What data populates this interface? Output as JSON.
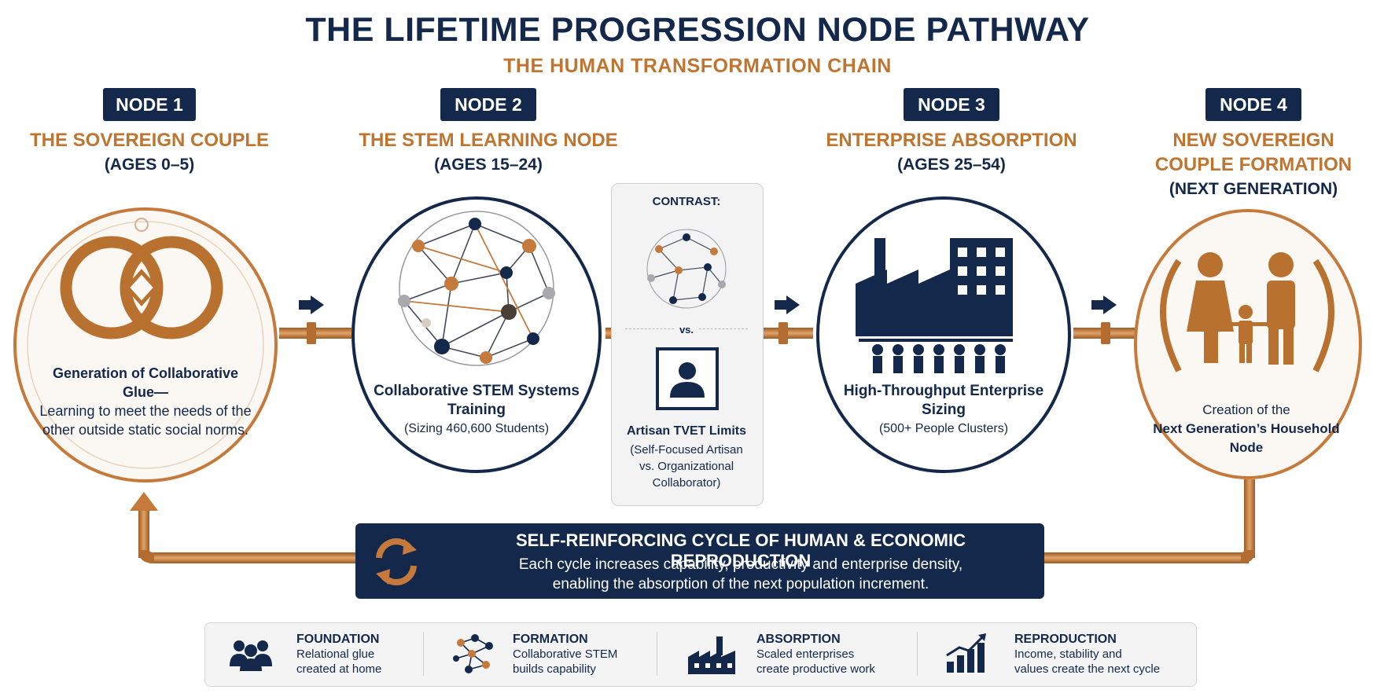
{
  "title": "THE LIFETIME PROGRESSION NODE PATHWAY",
  "subtitle": "THE HUMAN TRANSFORMATION CHAIN",
  "nodes": [
    {
      "badge": "NODE 1",
      "name": "THE SOVEREIGN COUPLE",
      "ages": "(AGES 0–5)",
      "text_bold": "Generation of Collaborative Glue—",
      "text": "Learning to meet the needs of the other outside static social norms.",
      "icon": "interlocking-rings-icon"
    },
    {
      "badge": "NODE 2",
      "name": "THE STEM LEARNING NODE",
      "ages": "(AGES 15–24)",
      "text_bold": "Collaborative STEM Systems Training",
      "text": "(Sizing 460,600 Students)",
      "icon": "network-sphere-icon"
    },
    {
      "badge": "NODE 3",
      "name": "ENTERPRISE ABSORPTION",
      "ages": "(AGES 25–54)",
      "text_bold": "High-Throughput Enterprise Sizing",
      "text": "(500+ People Clusters)",
      "icon": "factory-icon"
    },
    {
      "badge": "NODE 4",
      "name_line1": "NEW SOVEREIGN",
      "name_line2": "COUPLE FORMATION",
      "ages": "(NEXT GENERATION)",
      "text_plain": "Creation of the",
      "text_bold": "Next Generation’s Household Node",
      "icon": "family-icon"
    }
  ],
  "contrast": {
    "heading": "CONTRAST:",
    "vs": "vs.",
    "title": "Artisan TVET Limits",
    "text": "(Self-Focused Artisan vs. Organizational Collaborator)"
  },
  "cycle": {
    "title": "SELF-REINFORCING CYCLE OF HUMAN & ECONOMIC REPRODUCTION",
    "line1": "Each cycle increases capability, productivity and enterprise density,",
    "line2": "enabling the absorption of the next population increment.",
    "icon": "cycle-arrows-icon"
  },
  "legend": [
    {
      "head": "FOUNDATION",
      "line1": "Relational glue",
      "line2": "created at home",
      "icon": "people-group-icon"
    },
    {
      "head": "FORMATION",
      "line1": "Collaborative STEM",
      "line2": "builds capability",
      "icon": "network-icon"
    },
    {
      "head": "ABSORPTION",
      "line1": "Scaled enterprises",
      "line2": "create productive work",
      "icon": "factory-icon"
    },
    {
      "head": "REPRODUCTION",
      "line1": "Income, stability and",
      "line2": "values create the next cycle",
      "icon": "growth-chart-icon"
    }
  ],
  "colors": {
    "navy": "#13284a",
    "copper": "#bf7530",
    "pipe": "#c57a3c"
  }
}
